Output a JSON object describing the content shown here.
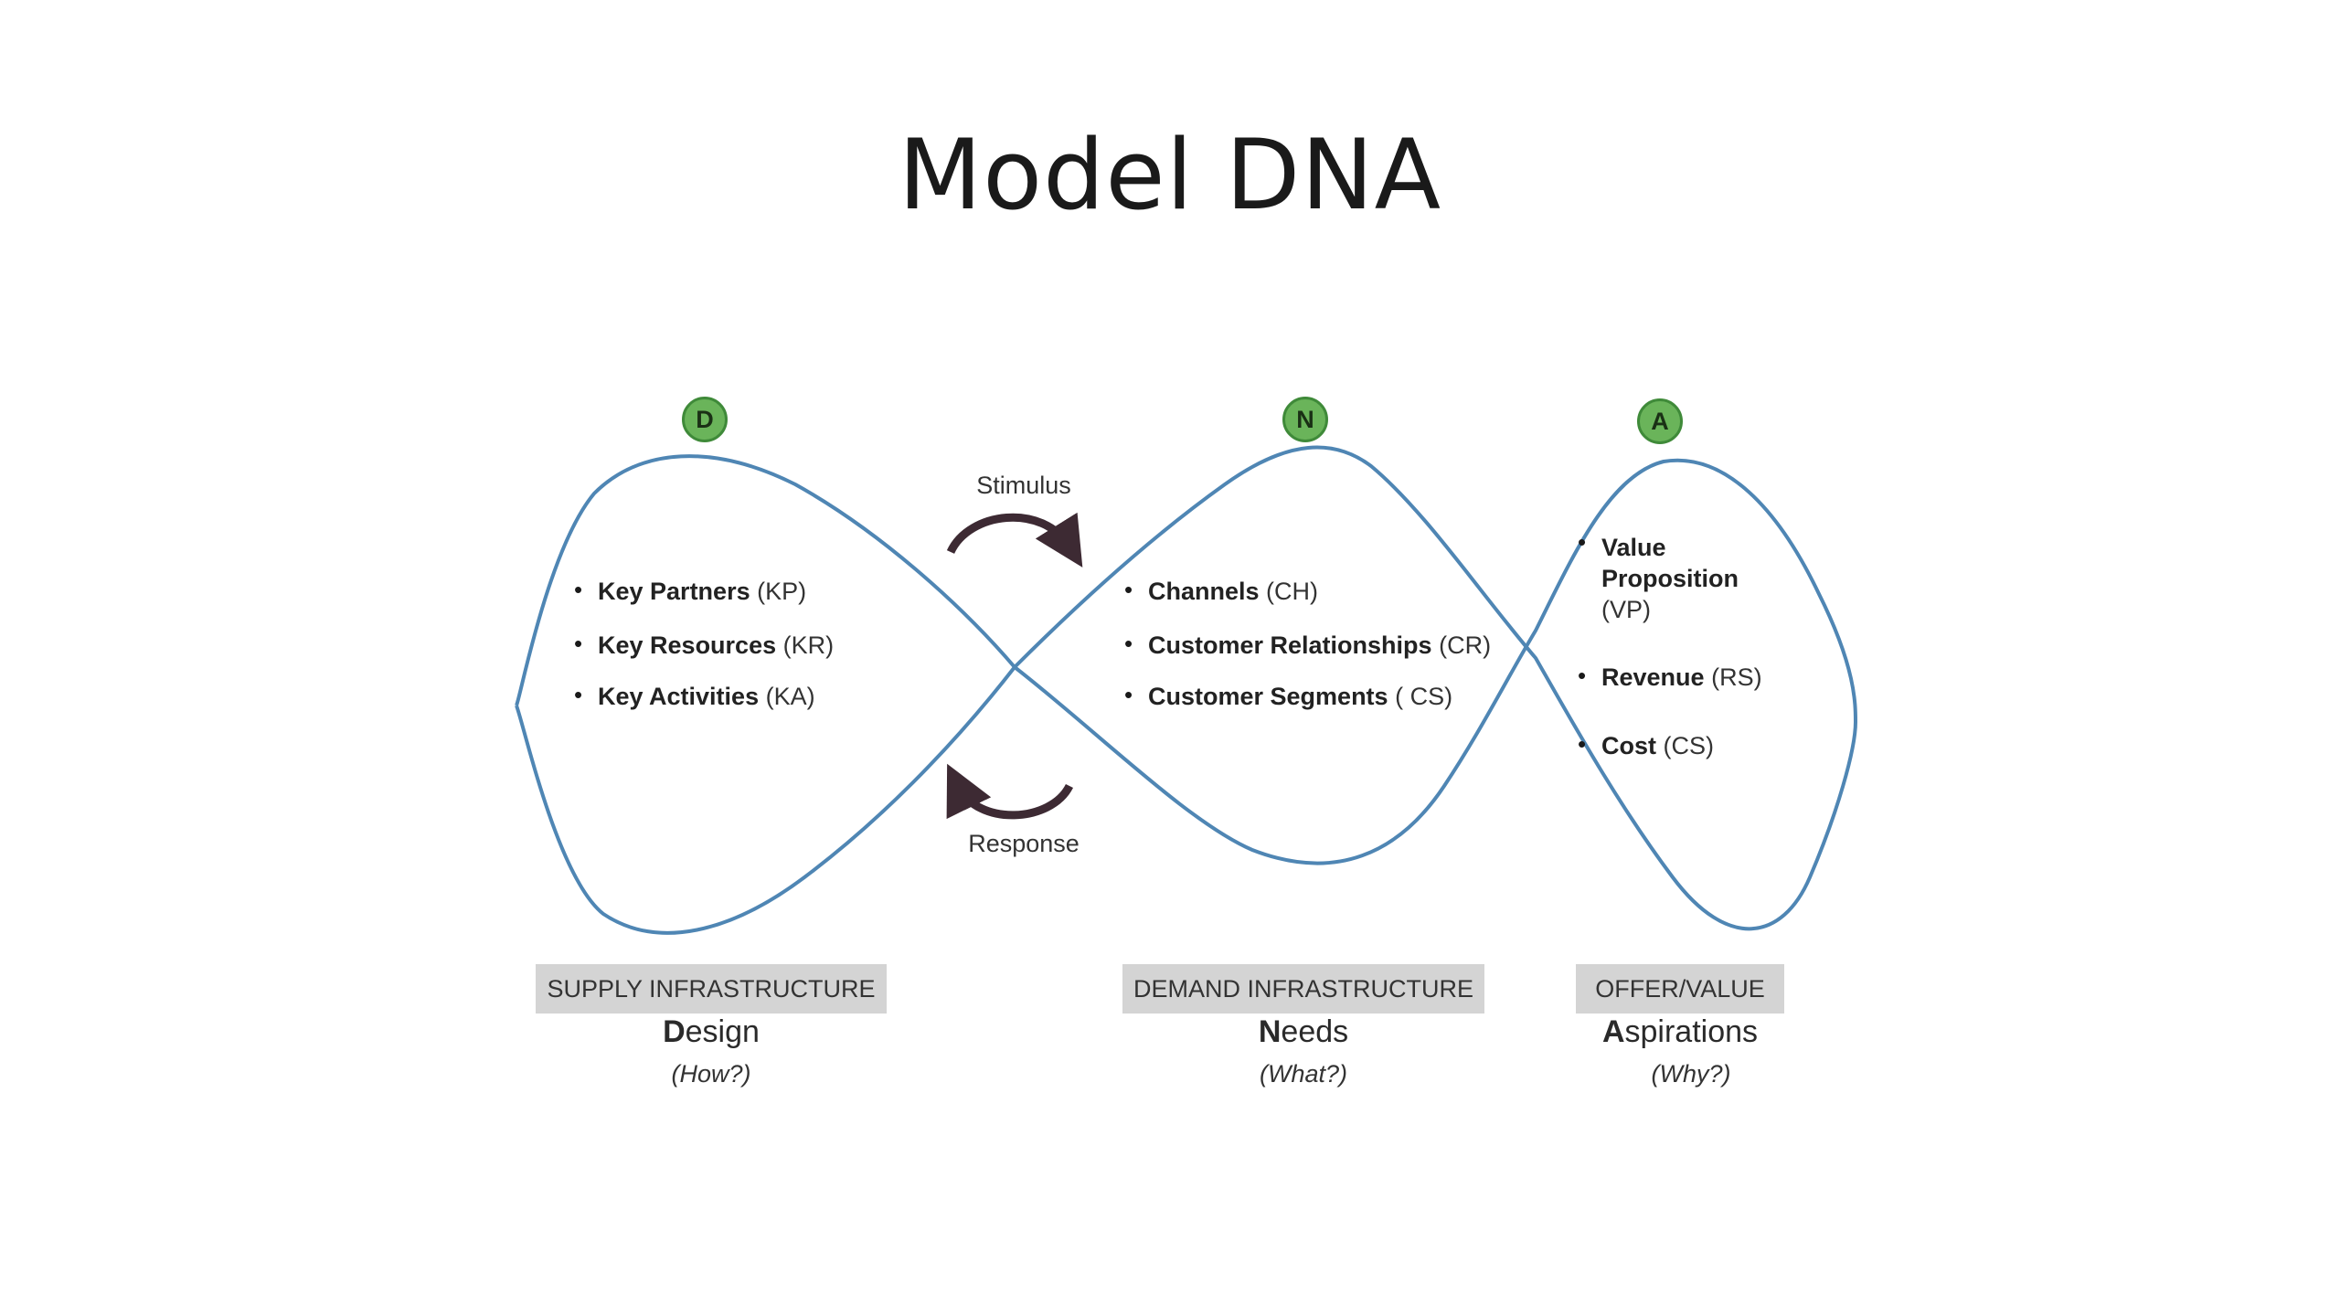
{
  "title": "Model DNA",
  "colors": {
    "curve": "#4f86b4",
    "badge_fill": "#6ab45a",
    "arrow": "#3d2a33",
    "label_bg": "#d4d4d4"
  },
  "badges": {
    "design": "D",
    "needs": "N",
    "aspirations": "A"
  },
  "flow": {
    "stimulus": "Stimulus",
    "response": "Response"
  },
  "supply": {
    "items": [
      {
        "name": "Key Partners",
        "abbr": "(KP)"
      },
      {
        "name": "Key Resources",
        "abbr": "(KR)"
      },
      {
        "name": "Key Activities",
        "abbr": "(KA)"
      }
    ],
    "label": "SUPPLY INFRASTRUCTURE",
    "word_initial": "D",
    "word_rest": "esign",
    "question": "(How?)"
  },
  "demand": {
    "items": [
      {
        "name": "Channels",
        "abbr": "(CH)"
      },
      {
        "name": "Customer Relationships",
        "abbr": "(CR)"
      },
      {
        "name": "Customer Segments",
        "abbr": "( CS)"
      }
    ],
    "label": "DEMAND INFRASTRUCTURE",
    "word_initial": "N",
    "word_rest": "eeds",
    "question": "(What?)"
  },
  "offer": {
    "items": [
      {
        "name_line1": "Value",
        "name_line2": "Proposition",
        "abbr": "(VP)"
      },
      {
        "name": "Revenue",
        "abbr": "(RS)"
      },
      {
        "name": "Cost",
        "abbr": "(CS)"
      }
    ],
    "label": "OFFER/VALUE",
    "word_initial": "A",
    "word_rest": "spirations",
    "question": "(Why?)"
  }
}
